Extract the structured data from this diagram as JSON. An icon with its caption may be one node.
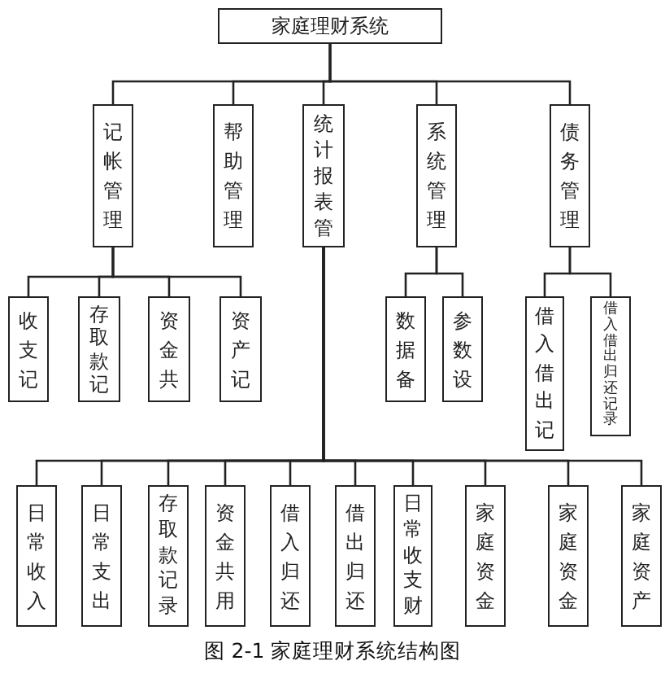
{
  "diagram": {
    "caption": "图 2-1 家庭理财系统结构图",
    "nodes": [
      {
        "text": [
          "家庭理财系统"
        ]
      },
      {
        "text": [
          "记帐管理"
        ]
      },
      {
        "text": [
          "帮助管理"
        ]
      },
      {
        "text": [
          "统计报表管"
        ]
      },
      {
        "text": [
          "系统管理"
        ]
      },
      {
        "text": [
          "债务管理"
        ]
      },
      {
        "text": [
          "收支记"
        ]
      },
      {
        "text": [
          "存取款记"
        ]
      },
      {
        "text": [
          "资金共"
        ]
      },
      {
        "text": [
          "资产记"
        ]
      },
      {
        "text": [
          "数据备"
        ]
      },
      {
        "text": [
          "参数设"
        ]
      },
      {
        "text": [
          "借入借出记"
        ]
      },
      {
        "text": [
          "借入借出归还记录"
        ]
      },
      {
        "text": [
          "日常收入"
        ]
      },
      {
        "text": [
          "日常支出"
        ]
      },
      {
        "text": [
          "存取款记录"
        ]
      },
      {
        "text": [
          "资金共用"
        ]
      },
      {
        "text": [
          "借入归还"
        ]
      },
      {
        "text": [
          "借出归还"
        ]
      },
      {
        "text": [
          "日常收支财"
        ]
      },
      {
        "text": [
          "家庭资金"
        ]
      },
      {
        "text": [
          "家庭资金"
        ]
      },
      {
        "text": [
          "家庭资产"
        ]
      }
    ],
    "edges": [
      {
        "from": 0,
        "to": 1,
        "arrow": "none"
      },
      {
        "from": 0,
        "to": 2,
        "arrow": "none"
      },
      {
        "from": 0,
        "to": 3,
        "arrow": "none"
      },
      {
        "from": 0,
        "to": 4,
        "arrow": "none"
      },
      {
        "from": 0,
        "to": 5,
        "arrow": "none"
      },
      {
        "from": 1,
        "to": 6,
        "arrow": "none"
      },
      {
        "from": 1,
        "to": 7,
        "arrow": "none"
      },
      {
        "from": 1,
        "to": 8,
        "arrow": "none"
      },
      {
        "from": 1,
        "to": 9,
        "arrow": "none"
      },
      {
        "from": 4,
        "to": 10,
        "arrow": "none"
      },
      {
        "from": 4,
        "to": 11,
        "arrow": "none"
      },
      {
        "from": 5,
        "to": 12,
        "arrow": "none"
      },
      {
        "from": 5,
        "to": 13,
        "arrow": "none"
      },
      {
        "from": 3,
        "to": 14,
        "arrow": "none"
      },
      {
        "from": 3,
        "to": 15,
        "arrow": "none"
      },
      {
        "from": 3,
        "to": 16,
        "arrow": "none"
      },
      {
        "from": 3,
        "to": 17,
        "arrow": "none"
      },
      {
        "from": 3,
        "to": 18,
        "arrow": "none"
      },
      {
        "from": 3,
        "to": 19,
        "arrow": "none"
      },
      {
        "from": 3,
        "to": 20,
        "arrow": "none"
      },
      {
        "from": 3,
        "to": 21,
        "arrow": "none"
      },
      {
        "from": 3,
        "to": 22,
        "arrow": "none"
      },
      {
        "from": 3,
        "to": 23,
        "arrow": "none"
      }
    ]
  }
}
